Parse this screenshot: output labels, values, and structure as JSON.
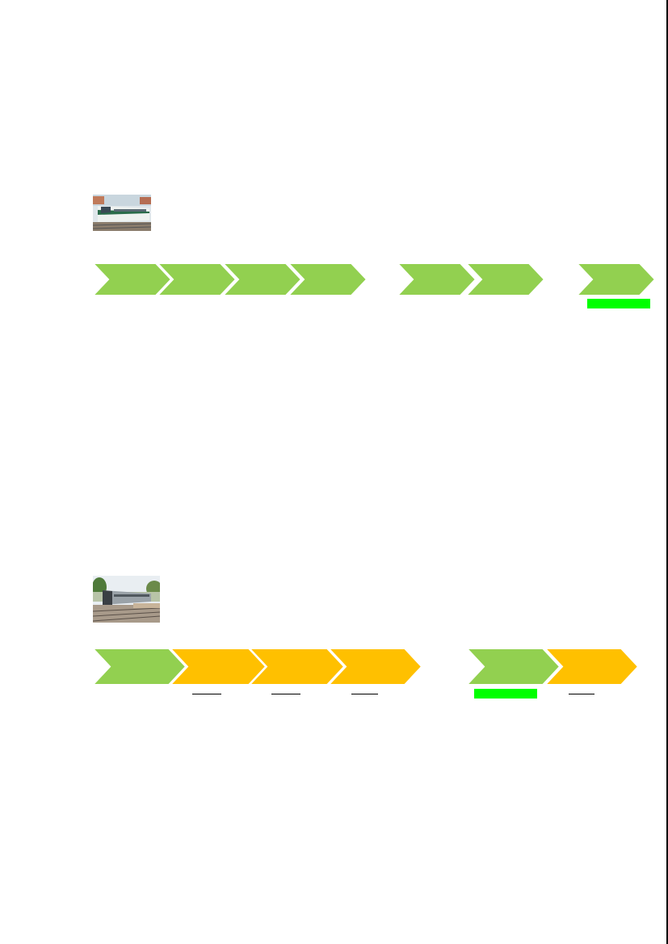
{
  "colors": {
    "green": "#92d050",
    "orange": "#ffc000",
    "highlight": "#00ff00",
    "underline": "#000000"
  },
  "diagram_1": {
    "photo": "train-photo-1",
    "chevrons": [
      {
        "color": "green"
      },
      {
        "color": "green"
      },
      {
        "color": "green"
      },
      {
        "color": "green"
      },
      {
        "color": "green"
      },
      {
        "color": "green"
      },
      {
        "color": "green"
      }
    ]
  },
  "diagram_2": {
    "photo": "train-photo-2",
    "chevrons": [
      {
        "color": "green"
      },
      {
        "color": "orange"
      },
      {
        "color": "orange"
      },
      {
        "color": "orange"
      },
      {
        "color": "green"
      },
      {
        "color": "orange"
      }
    ]
  }
}
